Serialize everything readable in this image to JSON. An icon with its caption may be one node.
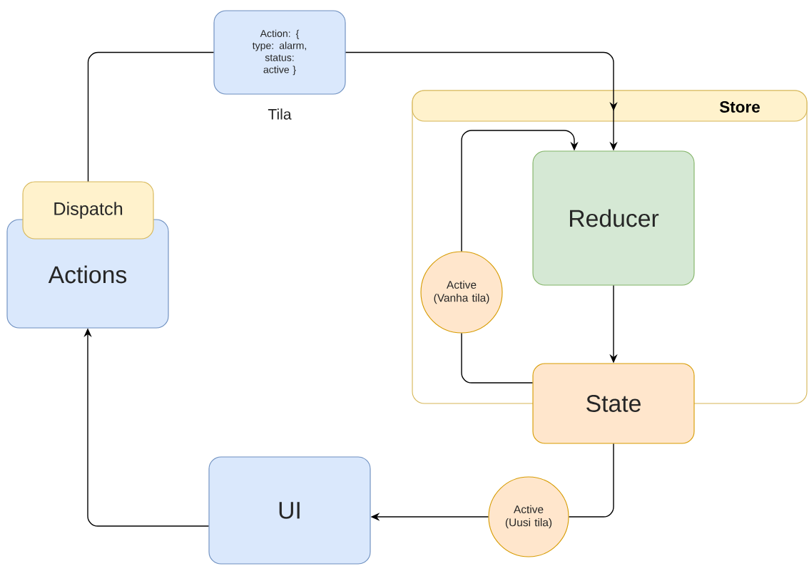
{
  "diagram": {
    "nodes": [
      {
        "text": [
          "Action: { type: alarm, status: active }"
        ],
        "beside": [
          "Tila"
        ]
      },
      {
        "text": [
          "Store"
        ]
      },
      {
        "text": [
          "Reducer"
        ],
        "in": 1
      },
      {
        "text": [
          "Dispatch"
        ]
      },
      {
        "text": [
          "Actions"
        ]
      },
      {
        "text": [
          "Active (Vanha tila)"
        ],
        "in": 1
      },
      {
        "text": [
          "State"
        ]
      },
      {
        "text": [
          "UI"
        ]
      },
      {
        "text": [
          "Active (Uusi tila)"
        ]
      }
    ],
    "edges": [
      {
        "from": 3,
        "to": 0,
        "arrow": "none"
      },
      {
        "from": 0,
        "to": 2,
        "arrow": "to"
      },
      {
        "from": 2,
        "to": 6,
        "arrow": "to"
      },
      {
        "from": 6,
        "to": 5,
        "arrow": "none"
      },
      {
        "from": 5,
        "to": 2,
        "arrow": "to"
      },
      {
        "from": 6,
        "to": 8,
        "arrow": "none"
      },
      {
        "from": 8,
        "to": 7,
        "arrow": "to"
      },
      {
        "from": 7,
        "to": 4,
        "arrow": "to"
      }
    ]
  }
}
